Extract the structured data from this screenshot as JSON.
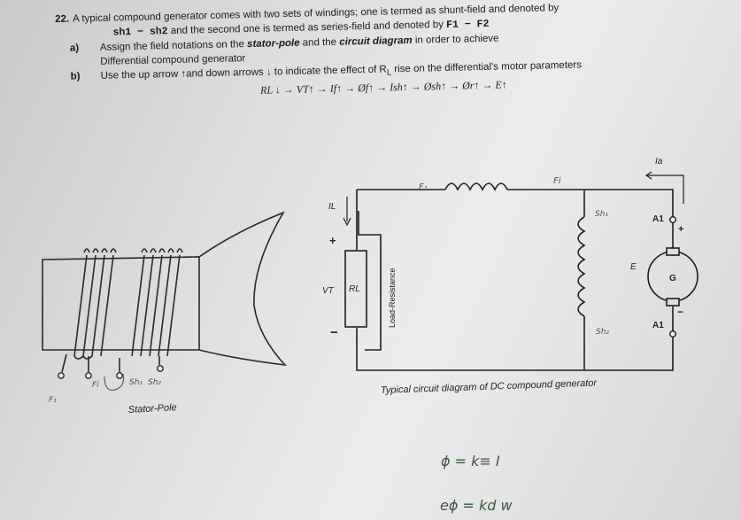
{
  "question": {
    "number": "22.",
    "line1": "A typical compound generator comes with two sets of windings; one is termed as shunt-field and denoted by",
    "line2_sym": "sh1 − sh2",
    "line2_rest": " and the second one is termed as series-field and denoted by ",
    "line2_sym2": "F1 − F2",
    "part_a_tag": "a)",
    "part_a_pre": "Assign the field notations on the ",
    "part_a_em1": "stator-pole",
    "part_a_mid": " and the ",
    "part_a_em2": "circuit diagram",
    "part_a_post": " in order to achieve",
    "part_a_line2": "Differential compound generator",
    "part_b_tag": "b)",
    "part_b_text": "Use the up arrow ↑and down arrows ↓ to indicate the effect of R",
    "part_b_sub": "L",
    "part_b_post": " rise on the differential's motor parameters",
    "chain": "RL ↓ → VT↑ → If↑ → Øf↑ → Ish↑ → Øsh↑ → Ør↑ → E↑"
  },
  "stator": {
    "caption": "Stator-Pole",
    "hw_fi": "Fi",
    "hw_sh1": "Sh₁",
    "hw_sh2": "Sh₂",
    "hw_f": "F₁"
  },
  "circuit": {
    "caption": "Typical circuit diagram of DC compound generator",
    "il": "IL",
    "plus": "+",
    "minus": "−",
    "vt": "VT",
    "rl": "RL",
    "load": "Load-Resistance",
    "f1": "F₁",
    "f2": "Fi",
    "sh1": "Sh₁",
    "sh2": "Sh₂",
    "a1_top": "A1",
    "a1_bottom": "A1",
    "ia": "Ia",
    "e": "E",
    "g": "G"
  },
  "handwriting": {
    "line1": "ϕ = k≡ I",
    "line2": "eϕ = kd w"
  }
}
